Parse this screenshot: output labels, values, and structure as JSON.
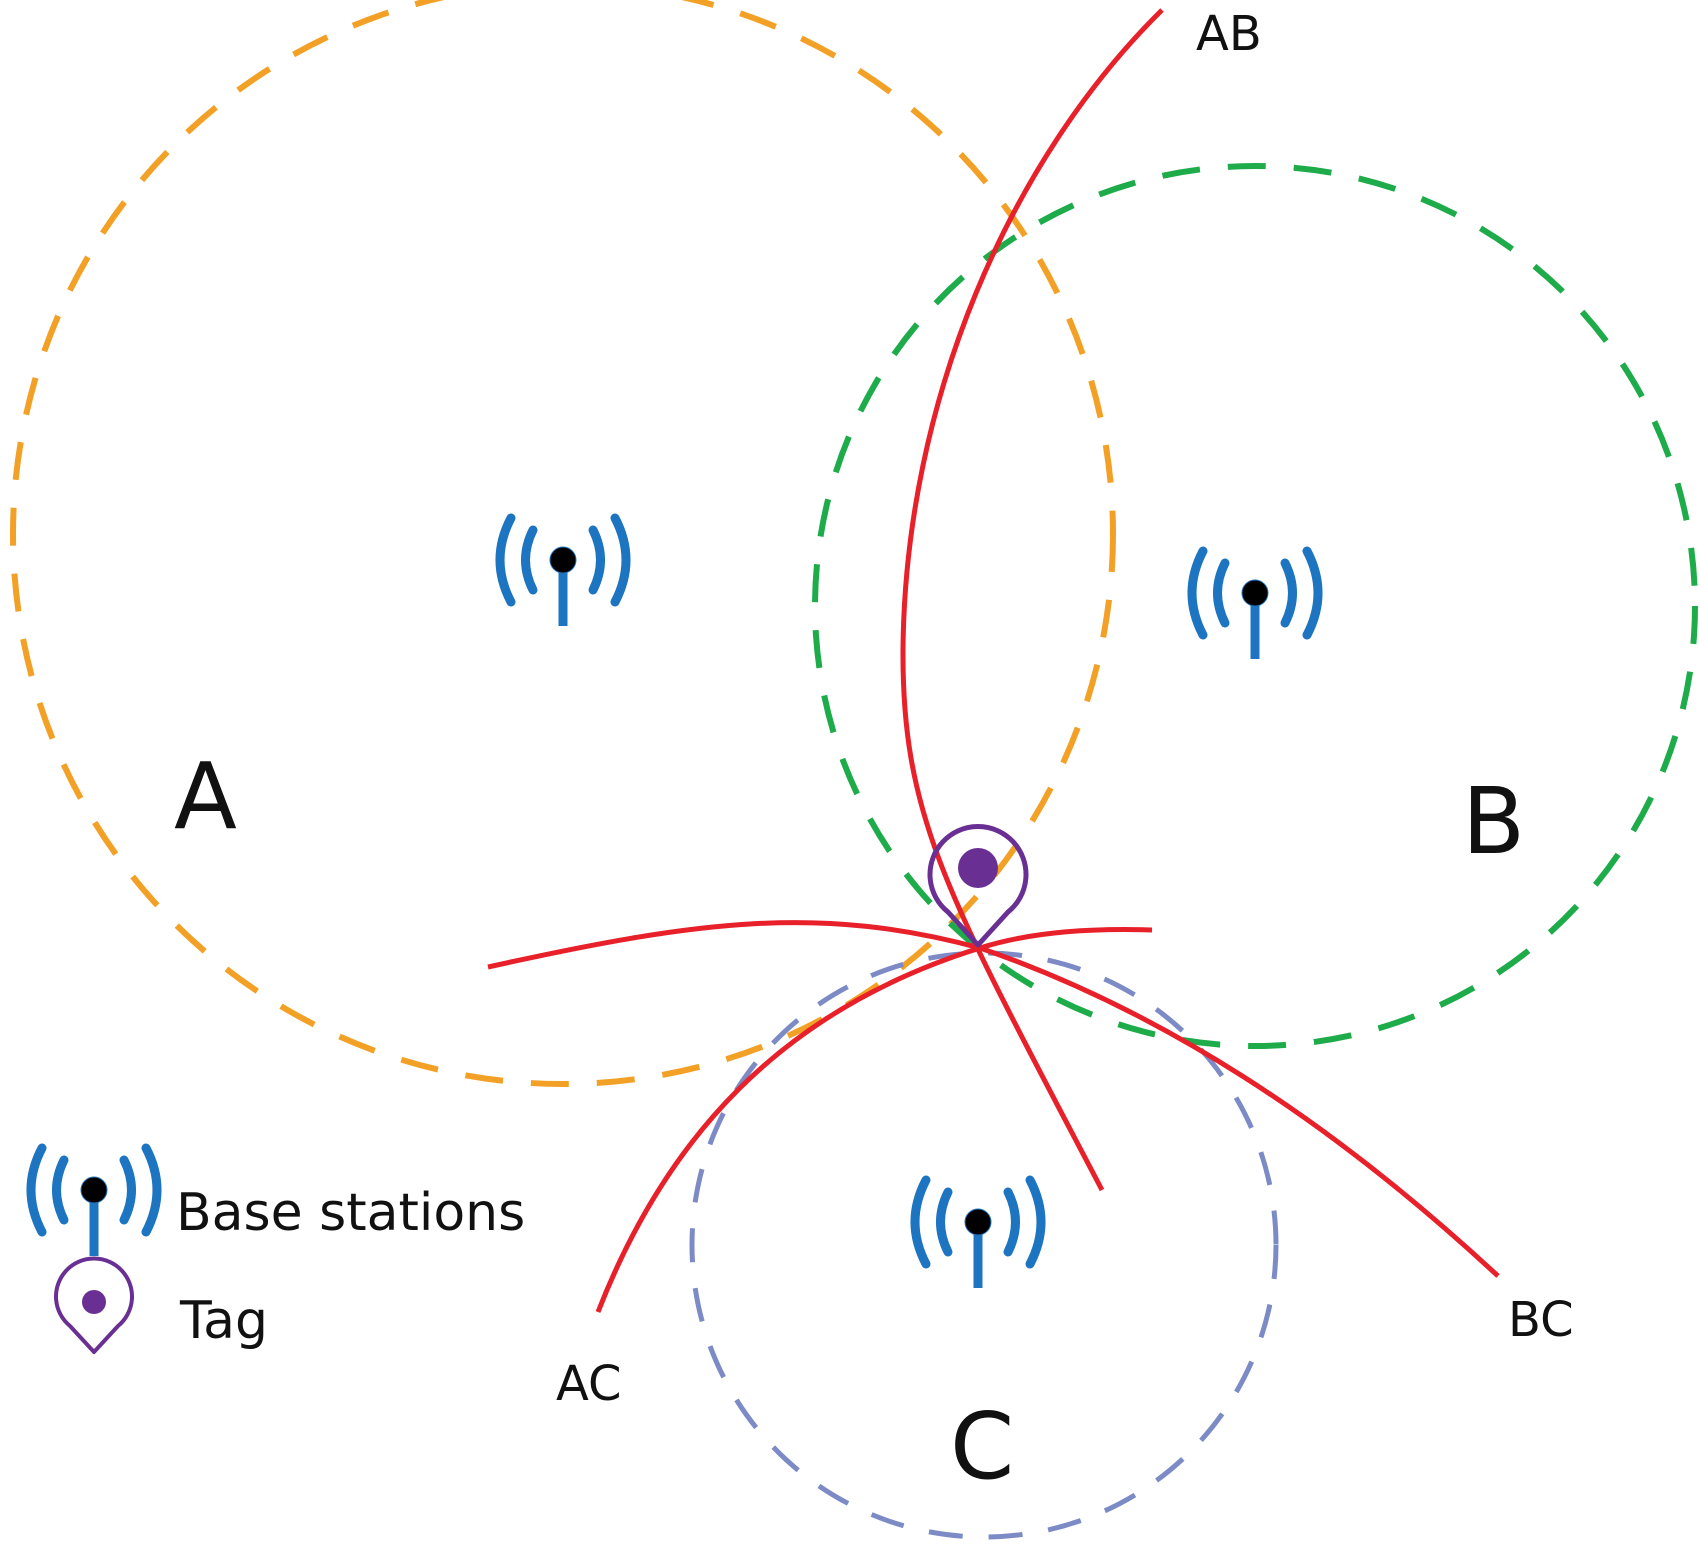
{
  "colors": {
    "circle_a": "#f3a126",
    "circle_b": "#1eab4a",
    "circle_c": "#7c8bc6",
    "hyperbola": "#e8202a",
    "antenna": "#1d74c0",
    "tag": "#6a2f93"
  },
  "stations": {
    "a": {
      "label": "A",
      "icon": "antenna-icon"
    },
    "b": {
      "label": "B",
      "icon": "antenna-icon"
    },
    "c": {
      "label": "C",
      "icon": "antenna-icon"
    }
  },
  "curves": {
    "ab": "AB",
    "ac": "AC",
    "bc": "BC"
  },
  "tag": {
    "icon": "location-pin-icon"
  },
  "legend": {
    "base_stations": {
      "label": "Base stations",
      "icon": "antenna-icon"
    },
    "tag": {
      "label": "Tag",
      "icon": "location-pin-icon"
    }
  }
}
